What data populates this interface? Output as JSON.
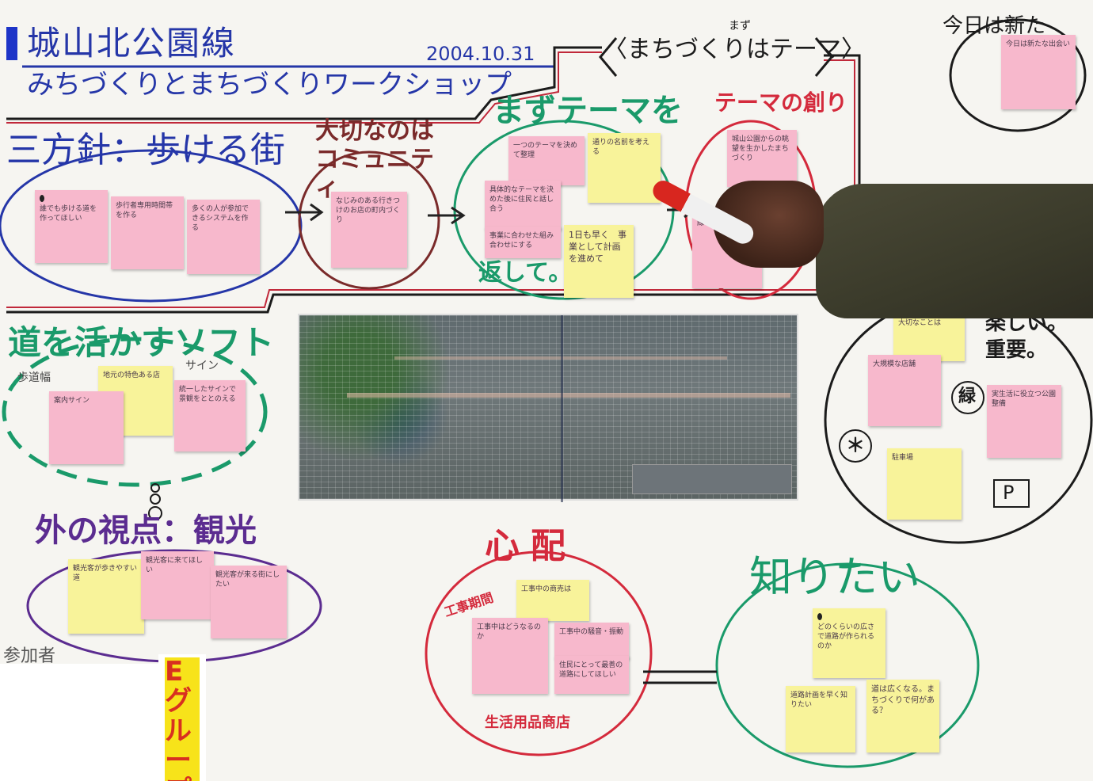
{
  "title": {
    "main": "城山北公園線",
    "date": "2004.10.31",
    "subtitle": "みちづくりとまちづくりワークショップ",
    "theme_furigana": "まず",
    "theme_banner": "〈まちづくりはテーマ〉",
    "top_right": "今日は新た"
  },
  "section_headers": {
    "policy": "三方針：歩ける街",
    "community": "大切なのはコミュニティ",
    "theme_first": "まずテーマを",
    "theme_nature": "テーマの創り",
    "soft": "道を活かすソフト",
    "sign": "サイン",
    "outside": "外の視点：観光",
    "worry": "心配",
    "want_know": "知りたい",
    "caring": "楽しい。重要。",
    "shop": "生活用品商店",
    "worry_left": "工事期間",
    "participants": "参加者",
    "group": "Eグループ",
    "label_misc": "歩道幅",
    "return": "返して。"
  },
  "symbols": {
    "green_circle": "緑",
    "star_circle": "＊",
    "parking": "P"
  },
  "notes": {
    "n1": "誰でも歩ける道を作ってほしい",
    "n2": "歩行者専用時間帯を作る",
    "n3": "多くの人が参加できるシステムを作る",
    "n4": "なじみのある行きつけのお店の町内づくり",
    "n5": "一つのテーマを決めて整理",
    "n6": "通りの名前を考える",
    "n7": "具体的なテーマを決めた後に住民と話し合う",
    "n8": "事業に合わせた組み合わせにする",
    "n9": "1日も早く　事業として計画を進めて",
    "n10": "城山公園からの眺望を生かしたまちづくり",
    "n11": "緑を増やしていく",
    "n12": "今日は新たな出会い",
    "n13": "地元の特色ある店",
    "n14": "案内サイン",
    "n15": "統一したサインで景観をととのえる",
    "n16": "観光客が歩きやすい道",
    "n17": "観光客に来てほしい",
    "n18": "観光客が来る街にしたい",
    "n19": "工事中の商売は",
    "n20": "工事中はどうなるのか",
    "n21": "工事中の騒音・振動",
    "n22": "住民にとって最善の道路にしてほしい",
    "n23": "どのくらいの広さで道路が作られるのか",
    "n24": "道路計画を早く知りたい",
    "n25": "道は広くなる。まちづくりで何がある？",
    "n26": "大規模な店舗",
    "n27": "駐車場",
    "n28": "大切なことは",
    "n29": "実生活に役立つ公園整備"
  },
  "colors": {
    "blue_ink": "#2536a8",
    "green_ink": "#1a9a6a",
    "red_ink": "#d42a3c",
    "purple_ink": "#5b2c90",
    "black_ink": "#1b1b1b",
    "pink_note": "#f7b8cc",
    "yellow_note": "#f8f39a"
  }
}
